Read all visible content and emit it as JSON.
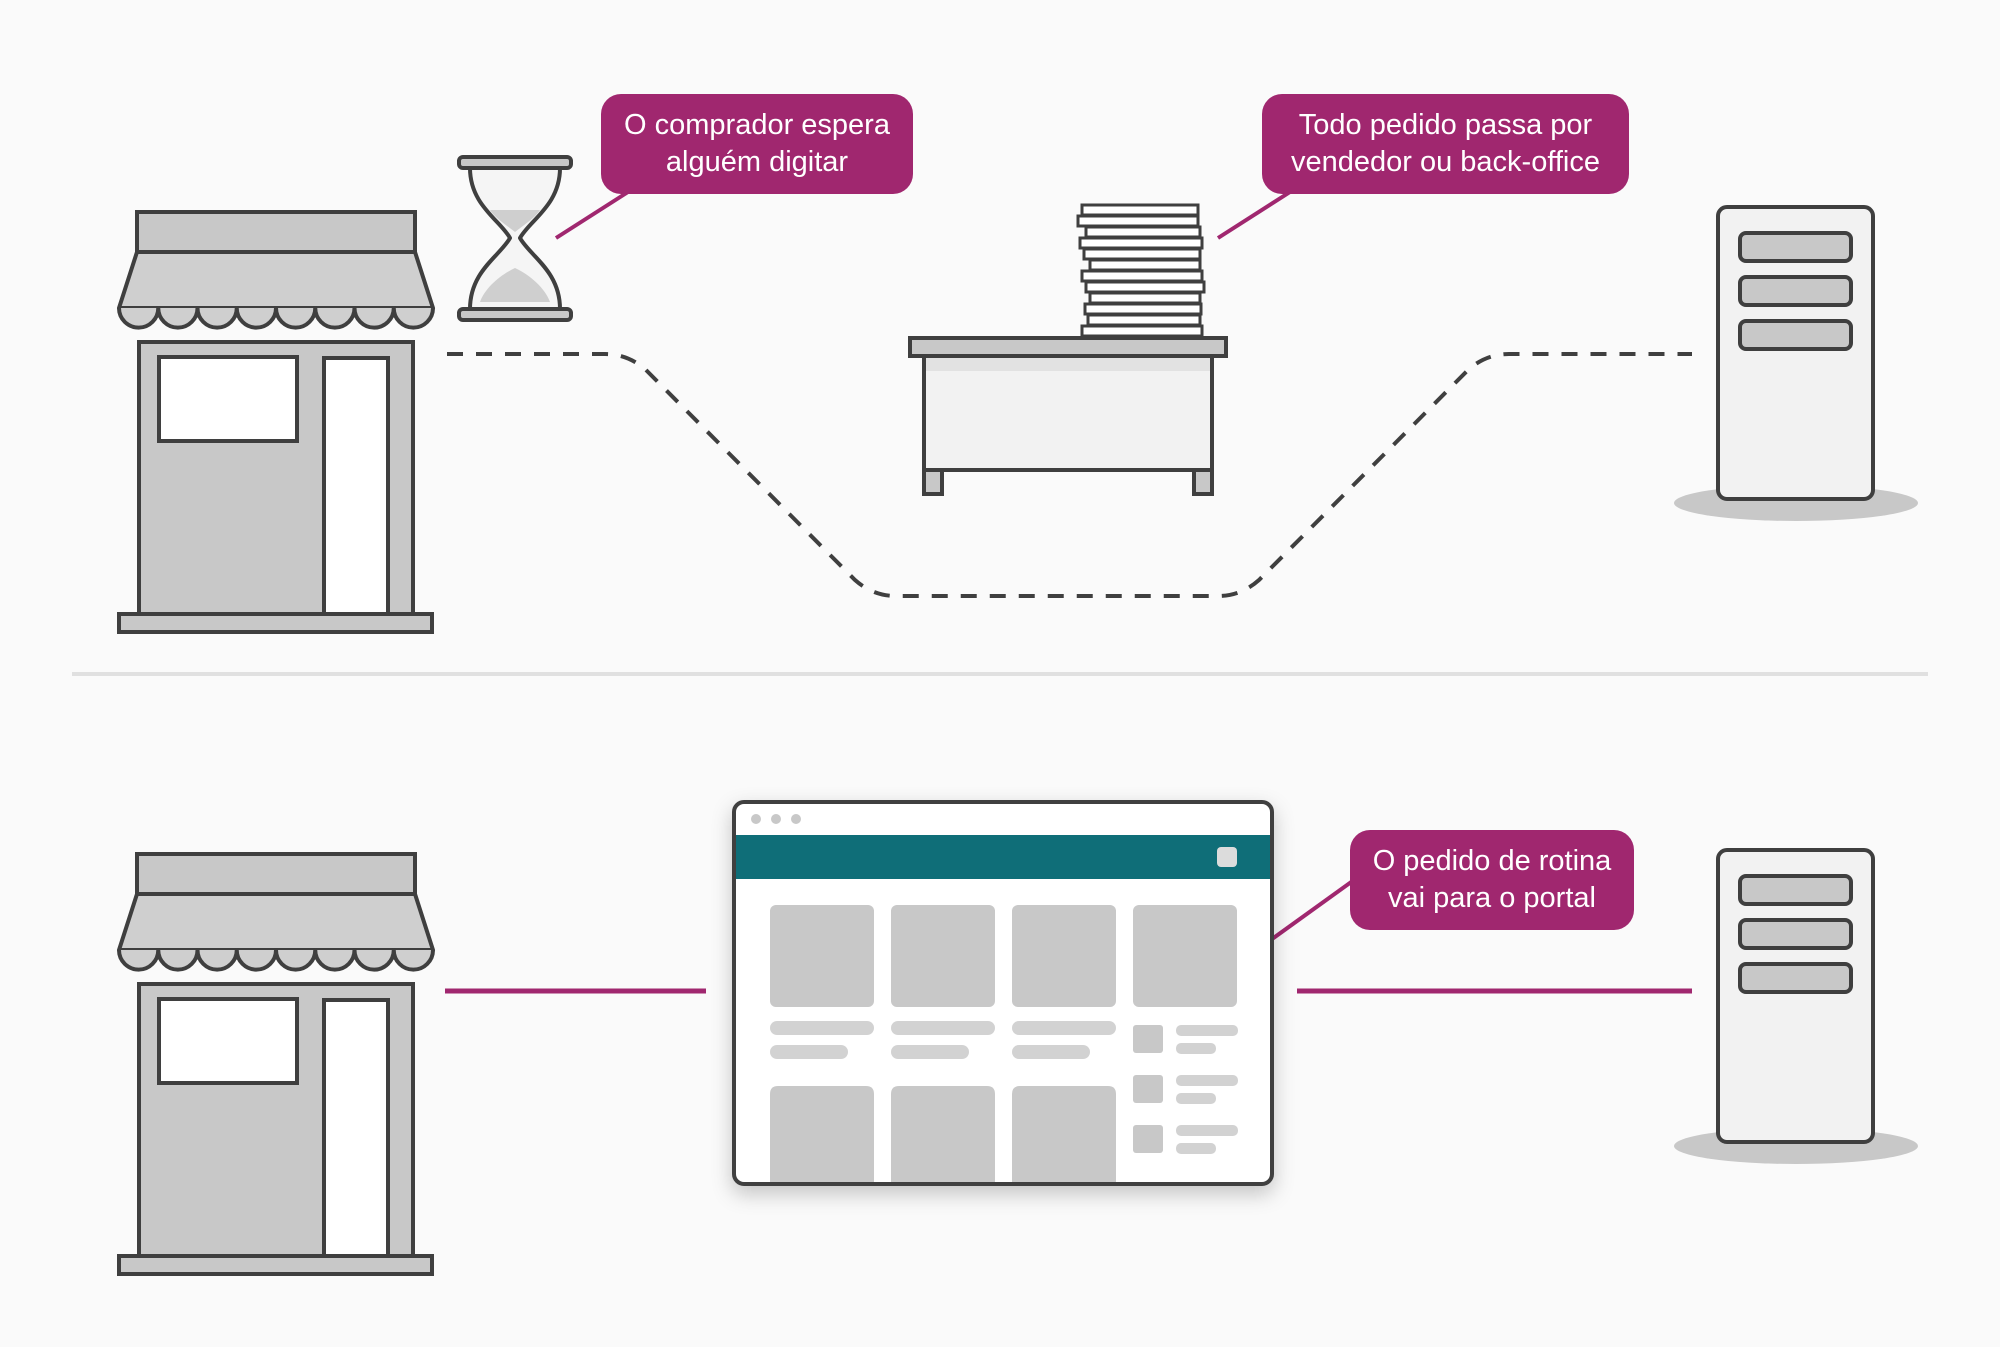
{
  "colors": {
    "accent": "#a0276f",
    "teal": "#0f6e78",
    "outline": "#3f3f3f",
    "fill_gray": "#c8c8c8",
    "fill_light": "#f2f2f2",
    "dash": "#3f3f3f"
  },
  "icons": {
    "shop": "storefront-icon",
    "hourglass": "hourglass-icon",
    "desk": "desk-with-paper-stack-icon",
    "server": "server-tower-icon",
    "portal": "browser-window-icon"
  },
  "callouts": {
    "buyer_waits": "O comprador espera\nalguém digitar",
    "every_order": "Todo pedido passa por\nvendedor ou back-office",
    "routine_order": "O pedido de rotina\nvai para o portal"
  }
}
